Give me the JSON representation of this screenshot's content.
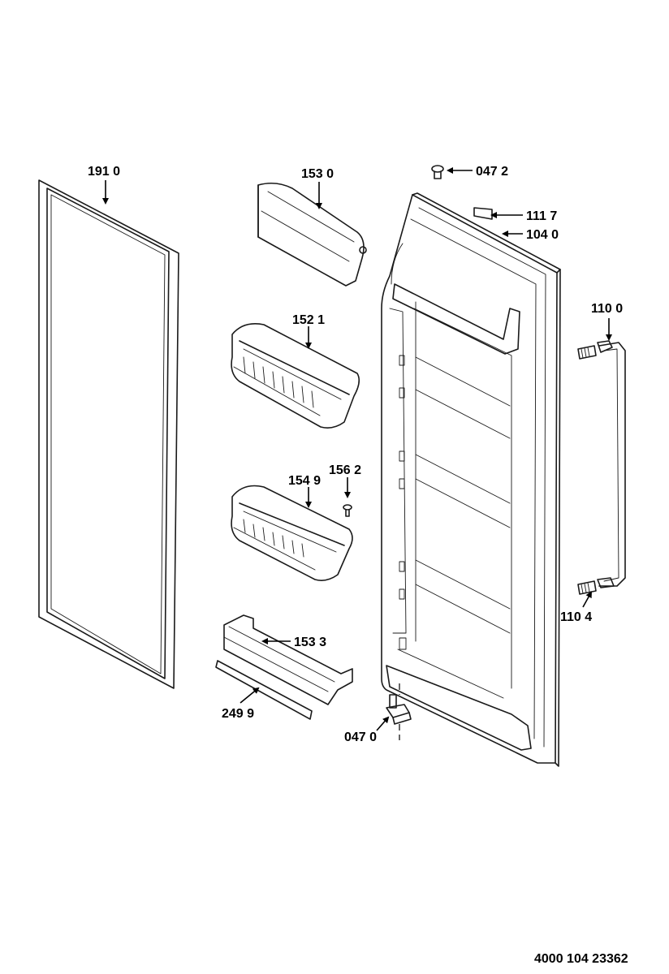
{
  "document_number": "4000 104 23362",
  "parts": [
    {
      "id": "gasket",
      "code": "191 0"
    },
    {
      "id": "top-shelf-cover",
      "code": "153 0"
    },
    {
      "id": "bottle-rack-upper",
      "code": "152 1"
    },
    {
      "id": "bottle-rack-lower",
      "code": "154 9"
    },
    {
      "id": "screw",
      "code": "156 2"
    },
    {
      "id": "bottom-shelf",
      "code": "153 3"
    },
    {
      "id": "shelf-strip",
      "code": "249 9"
    },
    {
      "id": "hinge-pin-top",
      "code": "047 2"
    },
    {
      "id": "label-plate",
      "code": "111 7"
    },
    {
      "id": "door",
      "code": "104 0"
    },
    {
      "id": "handle",
      "code": "110 0"
    },
    {
      "id": "handle-caps",
      "code": "110 4"
    },
    {
      "id": "hinge-bottom",
      "code": "047 0"
    }
  ]
}
